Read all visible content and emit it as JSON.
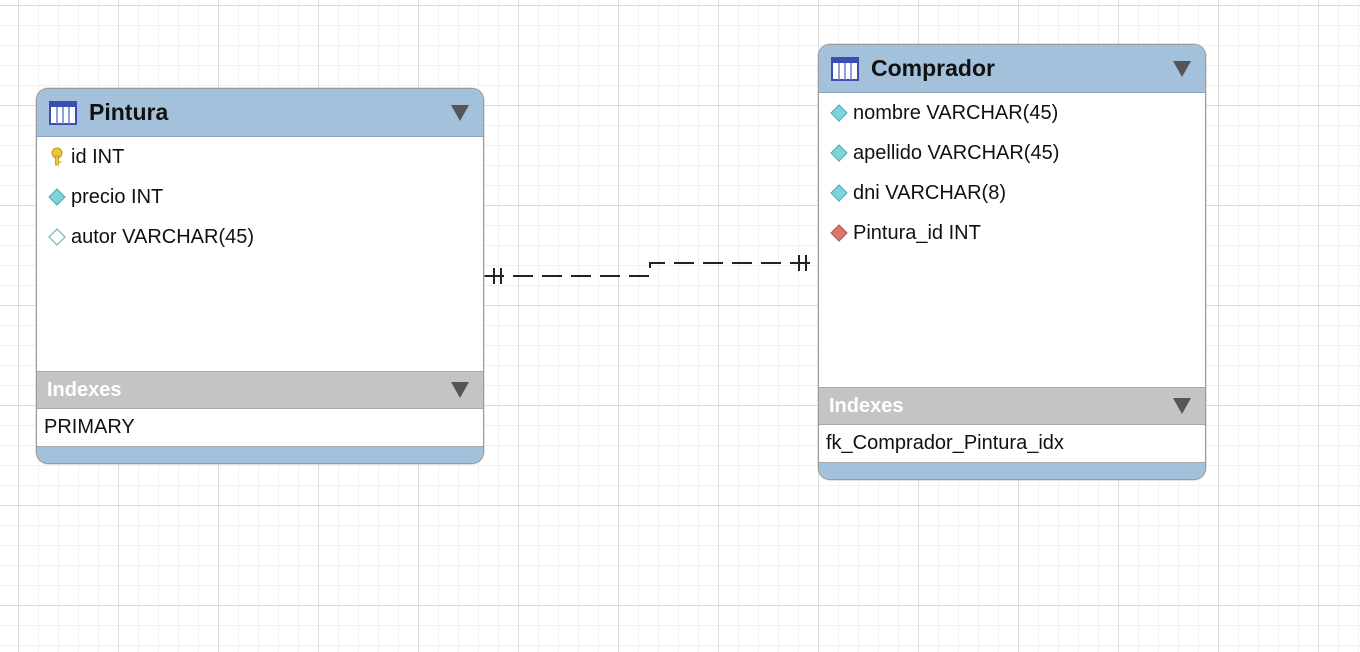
{
  "entities": {
    "pintura": {
      "title": "Pintura",
      "columns": [
        {
          "name": "id INT",
          "icon": "primary-key-icon"
        },
        {
          "name": "precio INT",
          "icon": "not-null-column-icon"
        },
        {
          "name": "autor VARCHAR(45)",
          "icon": "nullable-column-icon"
        }
      ],
      "indexes_label": "Indexes",
      "indexes": [
        "PRIMARY"
      ]
    },
    "comprador": {
      "title": "Comprador",
      "columns": [
        {
          "name": "nombre VARCHAR(45)",
          "icon": "not-null-column-icon"
        },
        {
          "name": "apellido VARCHAR(45)",
          "icon": "not-null-column-icon"
        },
        {
          "name": "dni VARCHAR(8)",
          "icon": "not-null-column-icon"
        },
        {
          "name": "Pintura_id INT",
          "icon": "foreign-key-icon"
        }
      ],
      "indexes_label": "Indexes",
      "indexes": [
        "fk_Comprador_Pintura_idx"
      ]
    }
  },
  "relationship": {
    "type": "one-to-one",
    "line_style": "dashed",
    "from": "Pintura",
    "to": "Comprador"
  },
  "colors": {
    "title_bar": "#a3c1da",
    "indexes_bar": "#c4c4c4",
    "primary_key": "#e8c83a",
    "column_diamond": "#7fd4dc",
    "foreign_key": "#d9786a",
    "grid": "#dcdcdc"
  }
}
